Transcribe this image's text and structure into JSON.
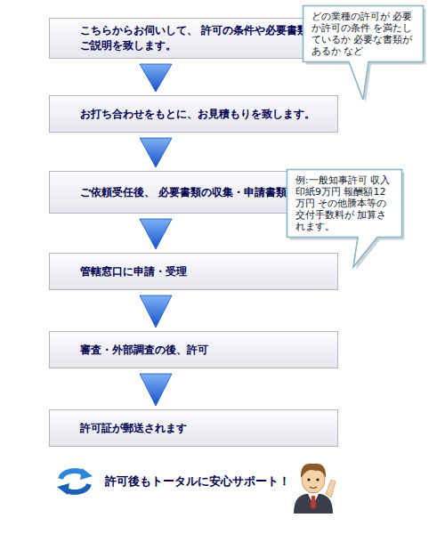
{
  "diagram": {
    "nodes": [
      {
        "text": [
          "こちらからお伺いして、 許可の条件や必要書類のご説明を致します。"
        ]
      },
      {
        "text": [
          "どの業種の許可が 必要か許可の条件 を満たしているか 必要な書類があるか など"
        ]
      },
      {
        "text": [
          "お打ち合わせをもとに、お見積もりを致します。"
        ]
      },
      {
        "text": [
          "ご依頼受任後、 必要書類の収集・申請書類の作成"
        ]
      },
      {
        "text": [
          "例:一般知事許可 収入印紙9万円 報酬額12万円 その他謄本等の 交付手数料が 加算されます。"
        ]
      },
      {
        "text": [
          "管轄窓口に申請・受理"
        ]
      },
      {
        "text": [
          "審査・外部調査の後、許可"
        ]
      },
      {
        "text": [
          "許可証が郵送されます"
        ]
      }
    ],
    "edges": [
      {
        "from": 0,
        "to": 2,
        "arrow": "to"
      },
      {
        "from": 2,
        "to": 3,
        "arrow": "to"
      },
      {
        "from": 3,
        "to": 5,
        "arrow": "to"
      },
      {
        "from": 5,
        "to": 6,
        "arrow": "to"
      },
      {
        "from": 6,
        "to": 7,
        "arrow": "to"
      }
    ],
    "labels": [
      "許可後もトータルに安心サポート！"
    ]
  }
}
